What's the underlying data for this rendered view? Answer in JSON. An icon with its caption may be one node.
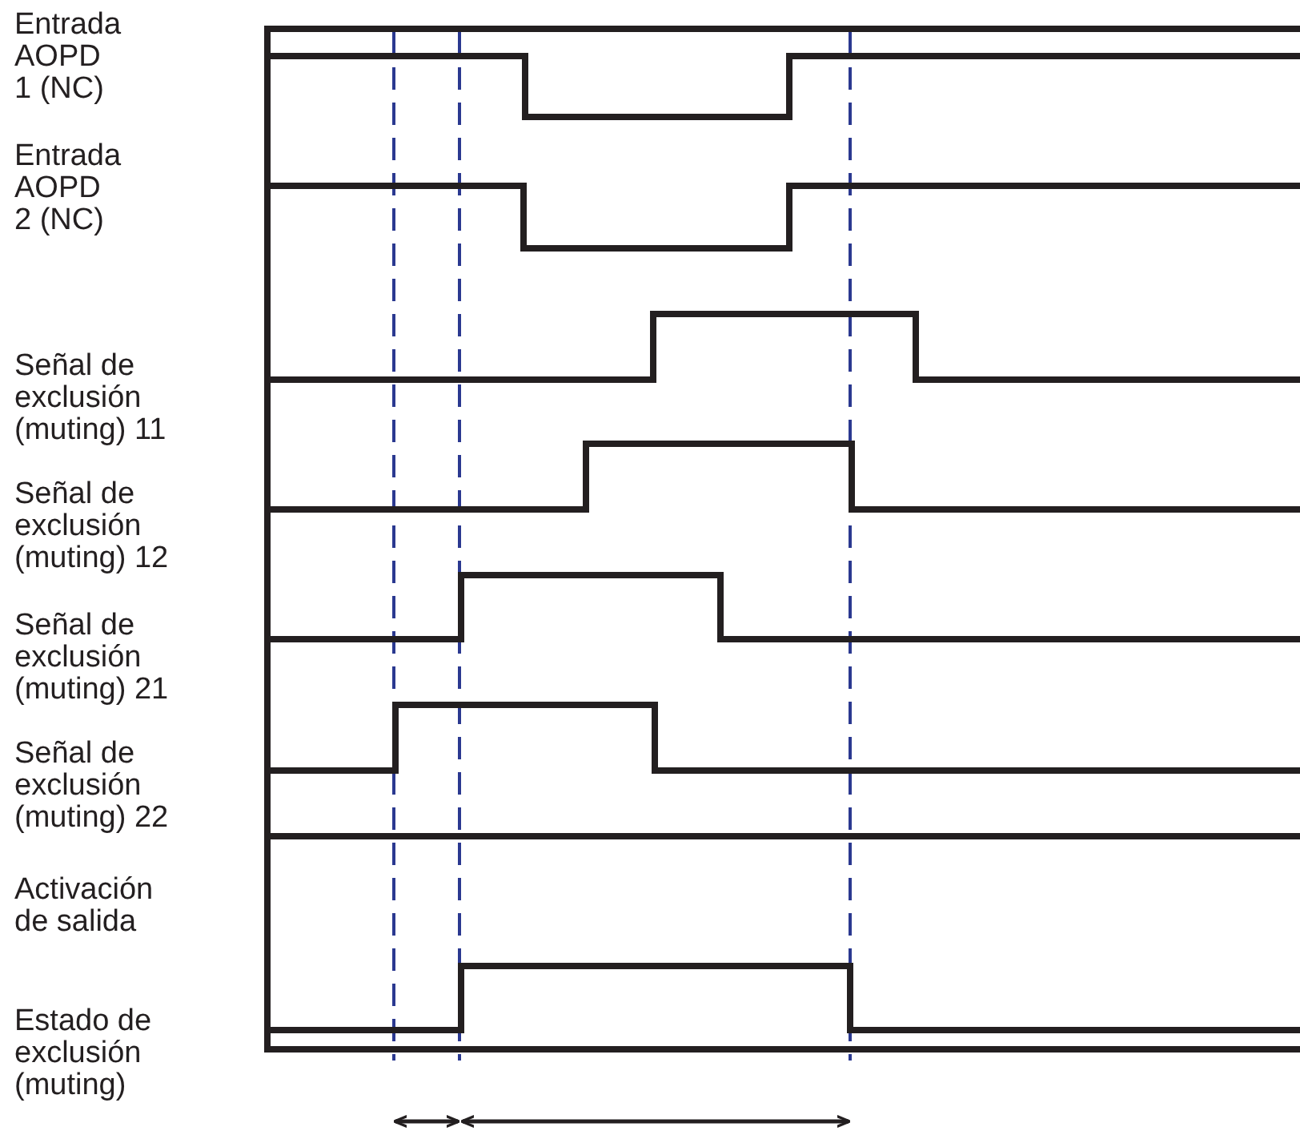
{
  "diagram": {
    "labels": [
      "Entrada AOPD 1 (NC)",
      "Entrada AOPD 2 (NC)",
      "Señal de exclusión (muting) 11",
      "Señal de exclusión (muting) 12",
      "Señal de exclusión (muting) 21",
      "Señal de exclusión (muting) 22",
      "Activación de salida",
      "Estado de exclusión (muting)"
    ]
  }
}
